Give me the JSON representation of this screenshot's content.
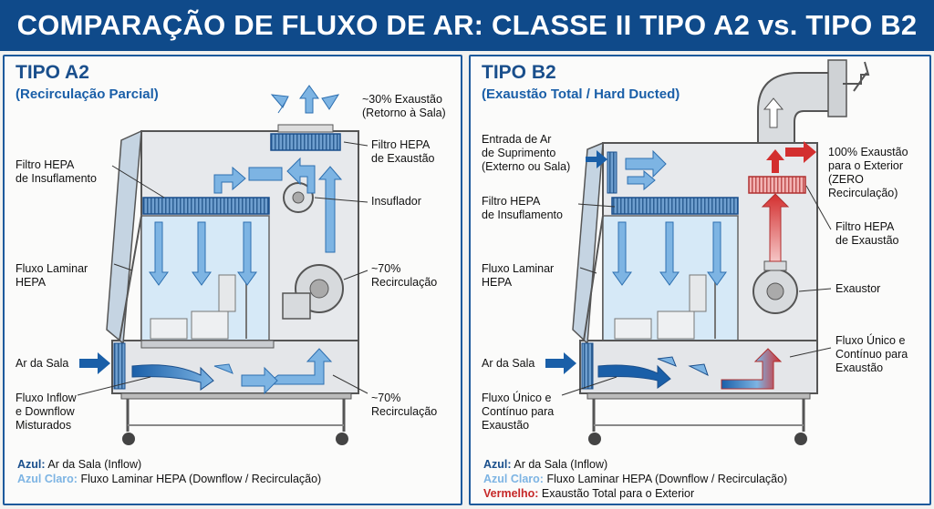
{
  "title": "COMPARAÇÃO DE FLUXO DE AR: CLASSE II TIPO A2 vs. TIPO B2",
  "colors": {
    "header": "#0f4a8a",
    "blue": "#1a5fa8",
    "light_blue": "#7db4e3",
    "red": "#d32f2f"
  },
  "panel_a2": {
    "title": "TIPO A2",
    "subtitle": "(Recirculação Parcial)",
    "labels": {
      "exhaust30": "~30% Exaustão",
      "return_room": "(Retorno à Sala)",
      "hepa_exhaust_1": "Filtro HEPA",
      "hepa_exhaust_2": "de Exaustão",
      "hepa_supply_1": "Filtro HEPA",
      "hepa_supply_2": "de Insuflamento",
      "blower": "Insuflador",
      "laminar_1": "Fluxo Laminar",
      "laminar_2": "HEPA",
      "recirc70_a_1": "~70%",
      "recirc70_a_2": "Recirculação",
      "room_air": "Ar da Sala",
      "mixed_1": "Fluxo Inflow",
      "mixed_2": "e Downflow",
      "mixed_3": "Misturados",
      "recirc70_b_1": "~70%",
      "recirc70_b_2": "Recirculação"
    },
    "legend": {
      "blue_key": "Azul:",
      "blue_text": "Ar da Sala (Inflow)",
      "light_key": "Azul Claro:",
      "light_text": "Fluxo Laminar HEPA (Downflow / Recirculação)"
    }
  },
  "panel_b2": {
    "title": "TIPO B2",
    "subtitle": "(Exaustão Total / Hard Ducted)",
    "labels": {
      "supply_1": "Entrada de Ar",
      "supply_2": "de Suprimento",
      "supply_3": "(Externo ou Sala)",
      "exhaust100_1": "100% Exaustão",
      "exhaust100_2": "para o Exterior",
      "exhaust100_3": "(ZERO",
      "exhaust100_4": "Recirculação)",
      "hepa_supply_1": "Filtro HEPA",
      "hepa_supply_2": "de Insuflamento",
      "hepa_exhaust_1": "Filtro HEPA",
      "hepa_exhaust_2": "de Exaustão",
      "laminar_1": "Fluxo Laminar",
      "laminar_2": "HEPA",
      "exhauster": "Exaustor",
      "single_right_1": "Fluxo Único e",
      "single_right_2": "Contínuo para",
      "single_right_3": "Exaustão",
      "room_air": "Ar da Sala",
      "single_left_1": "Fluxo Único e",
      "single_left_2": "Contínuo para",
      "single_left_3": "Exaustão"
    },
    "legend": {
      "blue_key": "Azul:",
      "blue_text": "Ar da Sala (Inflow)",
      "light_key": "Azul Claro:",
      "light_text": "Fluxo Laminar HEPA (Downflow / Recirculação)",
      "red_key": "Vermelho:",
      "red_text": "Exaustão Total para o Exterior"
    }
  }
}
